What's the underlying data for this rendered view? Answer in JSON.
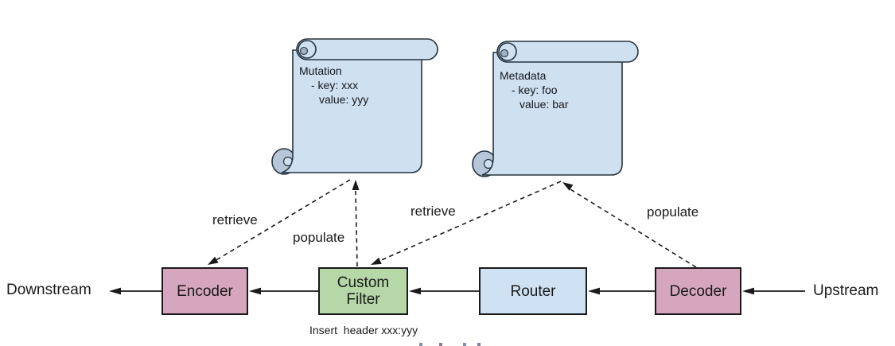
{
  "title": "request flow diagram",
  "endpoints": {
    "downstream": "Downstream",
    "upstream": "Upstream"
  },
  "nodes": {
    "encoder": {
      "label": "Encoder",
      "fill": "#d5a6bd"
    },
    "custom_filter": {
      "line1": "Custom",
      "line2": "Filter",
      "fill": "#b6d7a8",
      "note": "Insert  header xxx:yyy"
    },
    "router": {
      "label": "Router",
      "fill": "#cfe2f3"
    },
    "decoder": {
      "label": "Decoder",
      "fill": "#d5a6bd"
    }
  },
  "scrolls": {
    "mutation": {
      "title": "Mutation",
      "line1": "- key: xxx",
      "line2": "value: yyy",
      "fill": "#cfe0f1"
    },
    "metadata": {
      "title": "Metadata",
      "line1": "- key: foo",
      "line2": "value: bar",
      "fill": "#cfe0f1"
    }
  },
  "edges": [
    {
      "from": "mutation-scroll",
      "to": "encoder",
      "label": "retrieve",
      "style": "dashed"
    },
    {
      "from": "custom-filter",
      "to": "mutation-scroll",
      "label": "populate",
      "style": "dashed"
    },
    {
      "from": "metadata-scroll",
      "to": "custom-filter",
      "label": "retrieve",
      "style": "dashed"
    },
    {
      "from": "decoder",
      "to": "metadata-scroll",
      "label": "populate",
      "style": "dashed"
    },
    {
      "from": "upstream",
      "to": "decoder",
      "style": "solid"
    },
    {
      "from": "decoder",
      "to": "router",
      "style": "solid"
    },
    {
      "from": "router",
      "to": "custom-filter",
      "style": "solid"
    },
    {
      "from": "custom-filter",
      "to": "encoder",
      "style": "solid"
    },
    {
      "from": "encoder",
      "to": "downstream",
      "style": "solid"
    }
  ],
  "colors": {
    "line": "#1a1a1a",
    "scroll_stroke": "#27333f",
    "scroll_curl": "#b7c7d9",
    "text": "#1a1a1a"
  }
}
